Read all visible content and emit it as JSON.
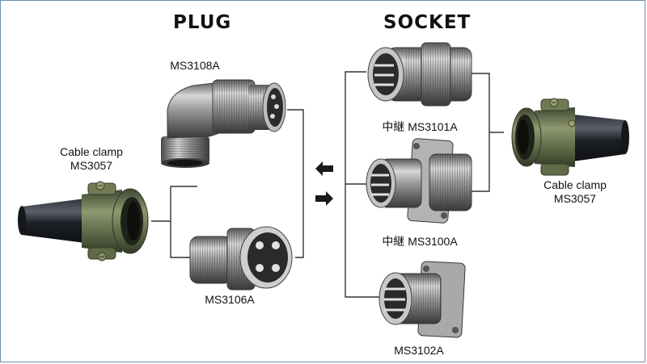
{
  "headings": {
    "plug": "PLUG",
    "socket": "SOCKET"
  },
  "labels": {
    "ms3108a": "MS3108A",
    "ms3106a": "MS3106A",
    "clamp_left_line1": "Cable clamp",
    "clamp_left_line2": "MS3057",
    "clamp_right_line1": "Cable clamp",
    "clamp_right_line2": "MS3057",
    "ms3101a": "中継 MS3101A",
    "ms3100a": "中継 MS3100A",
    "ms3102a": "MS3102A"
  },
  "colors": {
    "line": "#333333",
    "metal_dark": "#4a4a4a",
    "metal_mid": "#8c8c8c",
    "metal_light": "#d6d6d6",
    "clamp_green": "#6f7a55",
    "cable_black": "#1a1d22",
    "frame_border": "#6a8fb3"
  }
}
